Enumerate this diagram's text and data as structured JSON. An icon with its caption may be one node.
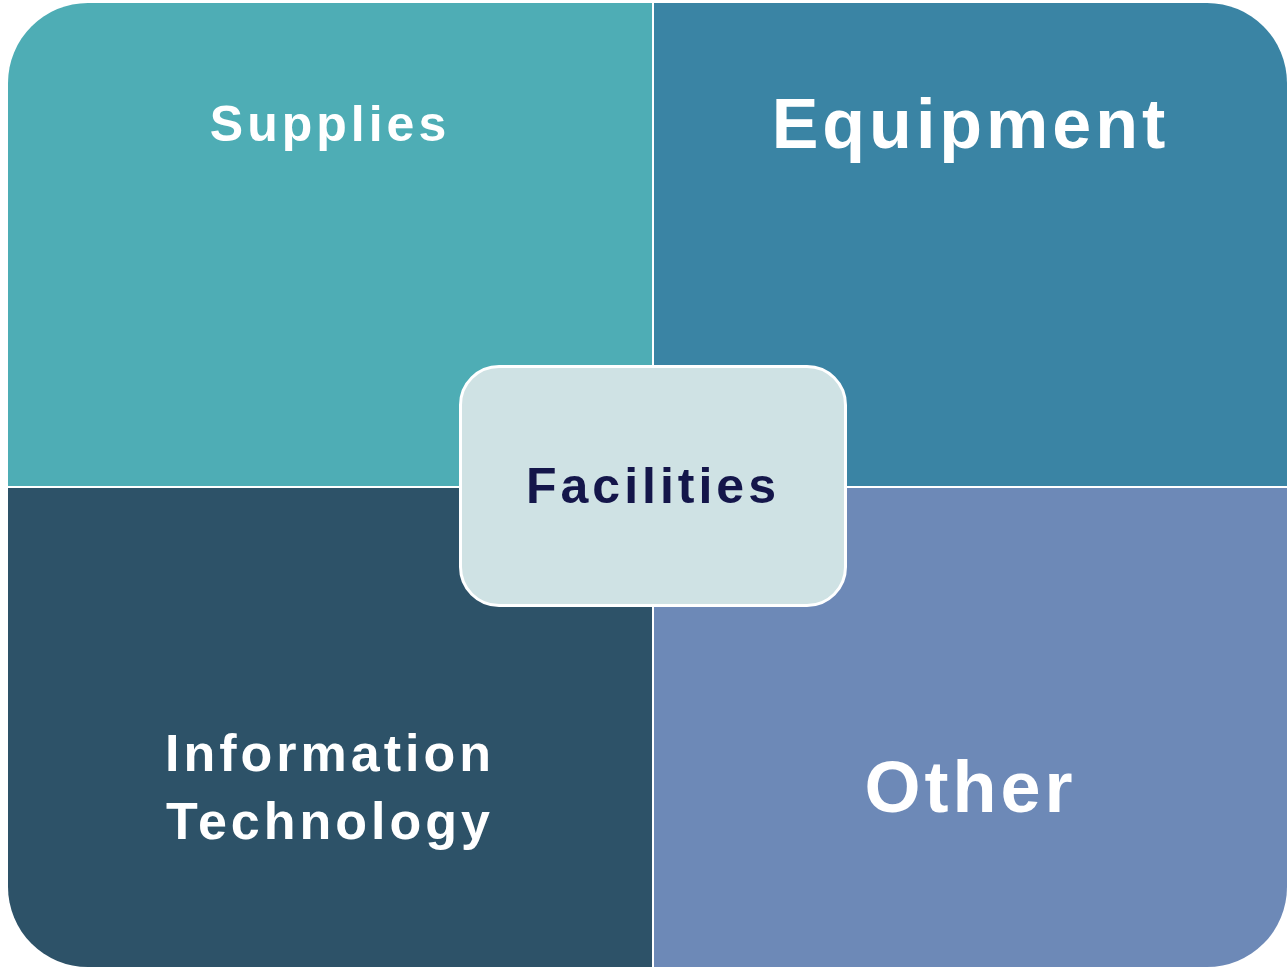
{
  "diagram": {
    "nodes": [
      {
        "text": [
          "Supplies"
        ]
      },
      {
        "text": [
          "Equipment"
        ]
      },
      {
        "text": [
          "Facilities"
        ]
      },
      {
        "text": [
          "Information Technology"
        ]
      },
      {
        "text": [
          "Other"
        ]
      }
    ],
    "edges": []
  }
}
